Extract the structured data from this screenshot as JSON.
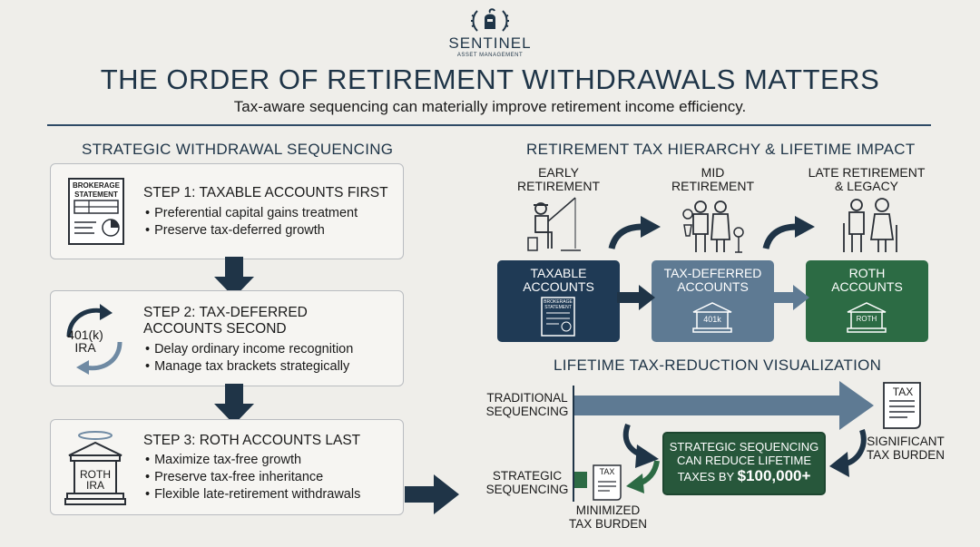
{
  "brand": {
    "name": "SENTINEL",
    "tagline": "ASSET MANAGEMENT"
  },
  "header": {
    "title": "THE ORDER OF RETIREMENT WITHDRAWALS MATTERS",
    "subtitle": "Tax-aware sequencing can materially improve retirement income efficiency."
  },
  "left": {
    "heading": "STRATEGIC WITHDRAWAL SEQUENCING",
    "steps": [
      {
        "title_line1": "STEP 1: TAXABLE ACCOUNTS FIRST",
        "title_line2": "",
        "bullets": [
          "Preferential capital gains treatment",
          "Preserve tax-deferred growth"
        ],
        "icon_text1": "BROKERAGE",
        "icon_text2": "STATEMENT"
      },
      {
        "title_line1": "STEP 2: TAX-DEFERRED",
        "title_line2": "ACCOUNTS SECOND",
        "bullets": [
          "Delay ordinary income recognition",
          "Manage tax brackets strategically"
        ],
        "icon_text1": "401(k)",
        "icon_text2": "IRA"
      },
      {
        "title_line1": "STEP 3: ROTH ACCOUNTS LAST",
        "title_line2": "",
        "bullets": [
          "Maximize tax-free growth",
          "Preserve tax-free inheritance",
          "Flexible late-retirement withdrawals"
        ],
        "icon_text1": "ROTH",
        "icon_text2": "IRA"
      }
    ]
  },
  "right": {
    "heading": "RETIREMENT TAX HIERARCHY & LIFETIME IMPACT",
    "stages": [
      {
        "line1": "EARLY",
        "line2": "RETIREMENT"
      },
      {
        "line1": "MID",
        "line2": "RETIREMENT"
      },
      {
        "line1": "LATE RETIREMENT",
        "line2": "& LEGACY"
      }
    ],
    "accounts": [
      {
        "line1": "TAXABLE",
        "line2": "ACCOUNTS",
        "icon_text1": "BROKERAGE",
        "icon_text2": "STATEMENT",
        "color": "#1f3a55"
      },
      {
        "line1": "TAX-DEFERRED",
        "line2": "ACCOUNTS",
        "icon_text": "401k",
        "color": "#5e7a93"
      },
      {
        "line1": "ROTH",
        "line2": "ACCOUNTS",
        "icon_text": "ROTH",
        "color": "#2c6b44"
      }
    ],
    "viz": {
      "heading": "LIFETIME TAX-REDUCTION VISUALIZATION",
      "traditional": {
        "line1": "TRADITIONAL",
        "line2": "SEQUENCING"
      },
      "strategic": {
        "line1": "STRATEGIC",
        "line2": "SEQUENCING"
      },
      "significant": {
        "line1": "SIGNIFICANT",
        "line2": "TAX BURDEN"
      },
      "minimized": {
        "line1": "MINIMIZED",
        "line2": "TAX BURDEN"
      },
      "doc_label": "TAX",
      "callout": {
        "line1": "STRATEGIC SEQUENCING",
        "line2": "CAN REDUCE LIFETIME",
        "line3_prefix": "TAXES BY",
        "amount": "$100,000+"
      }
    }
  }
}
